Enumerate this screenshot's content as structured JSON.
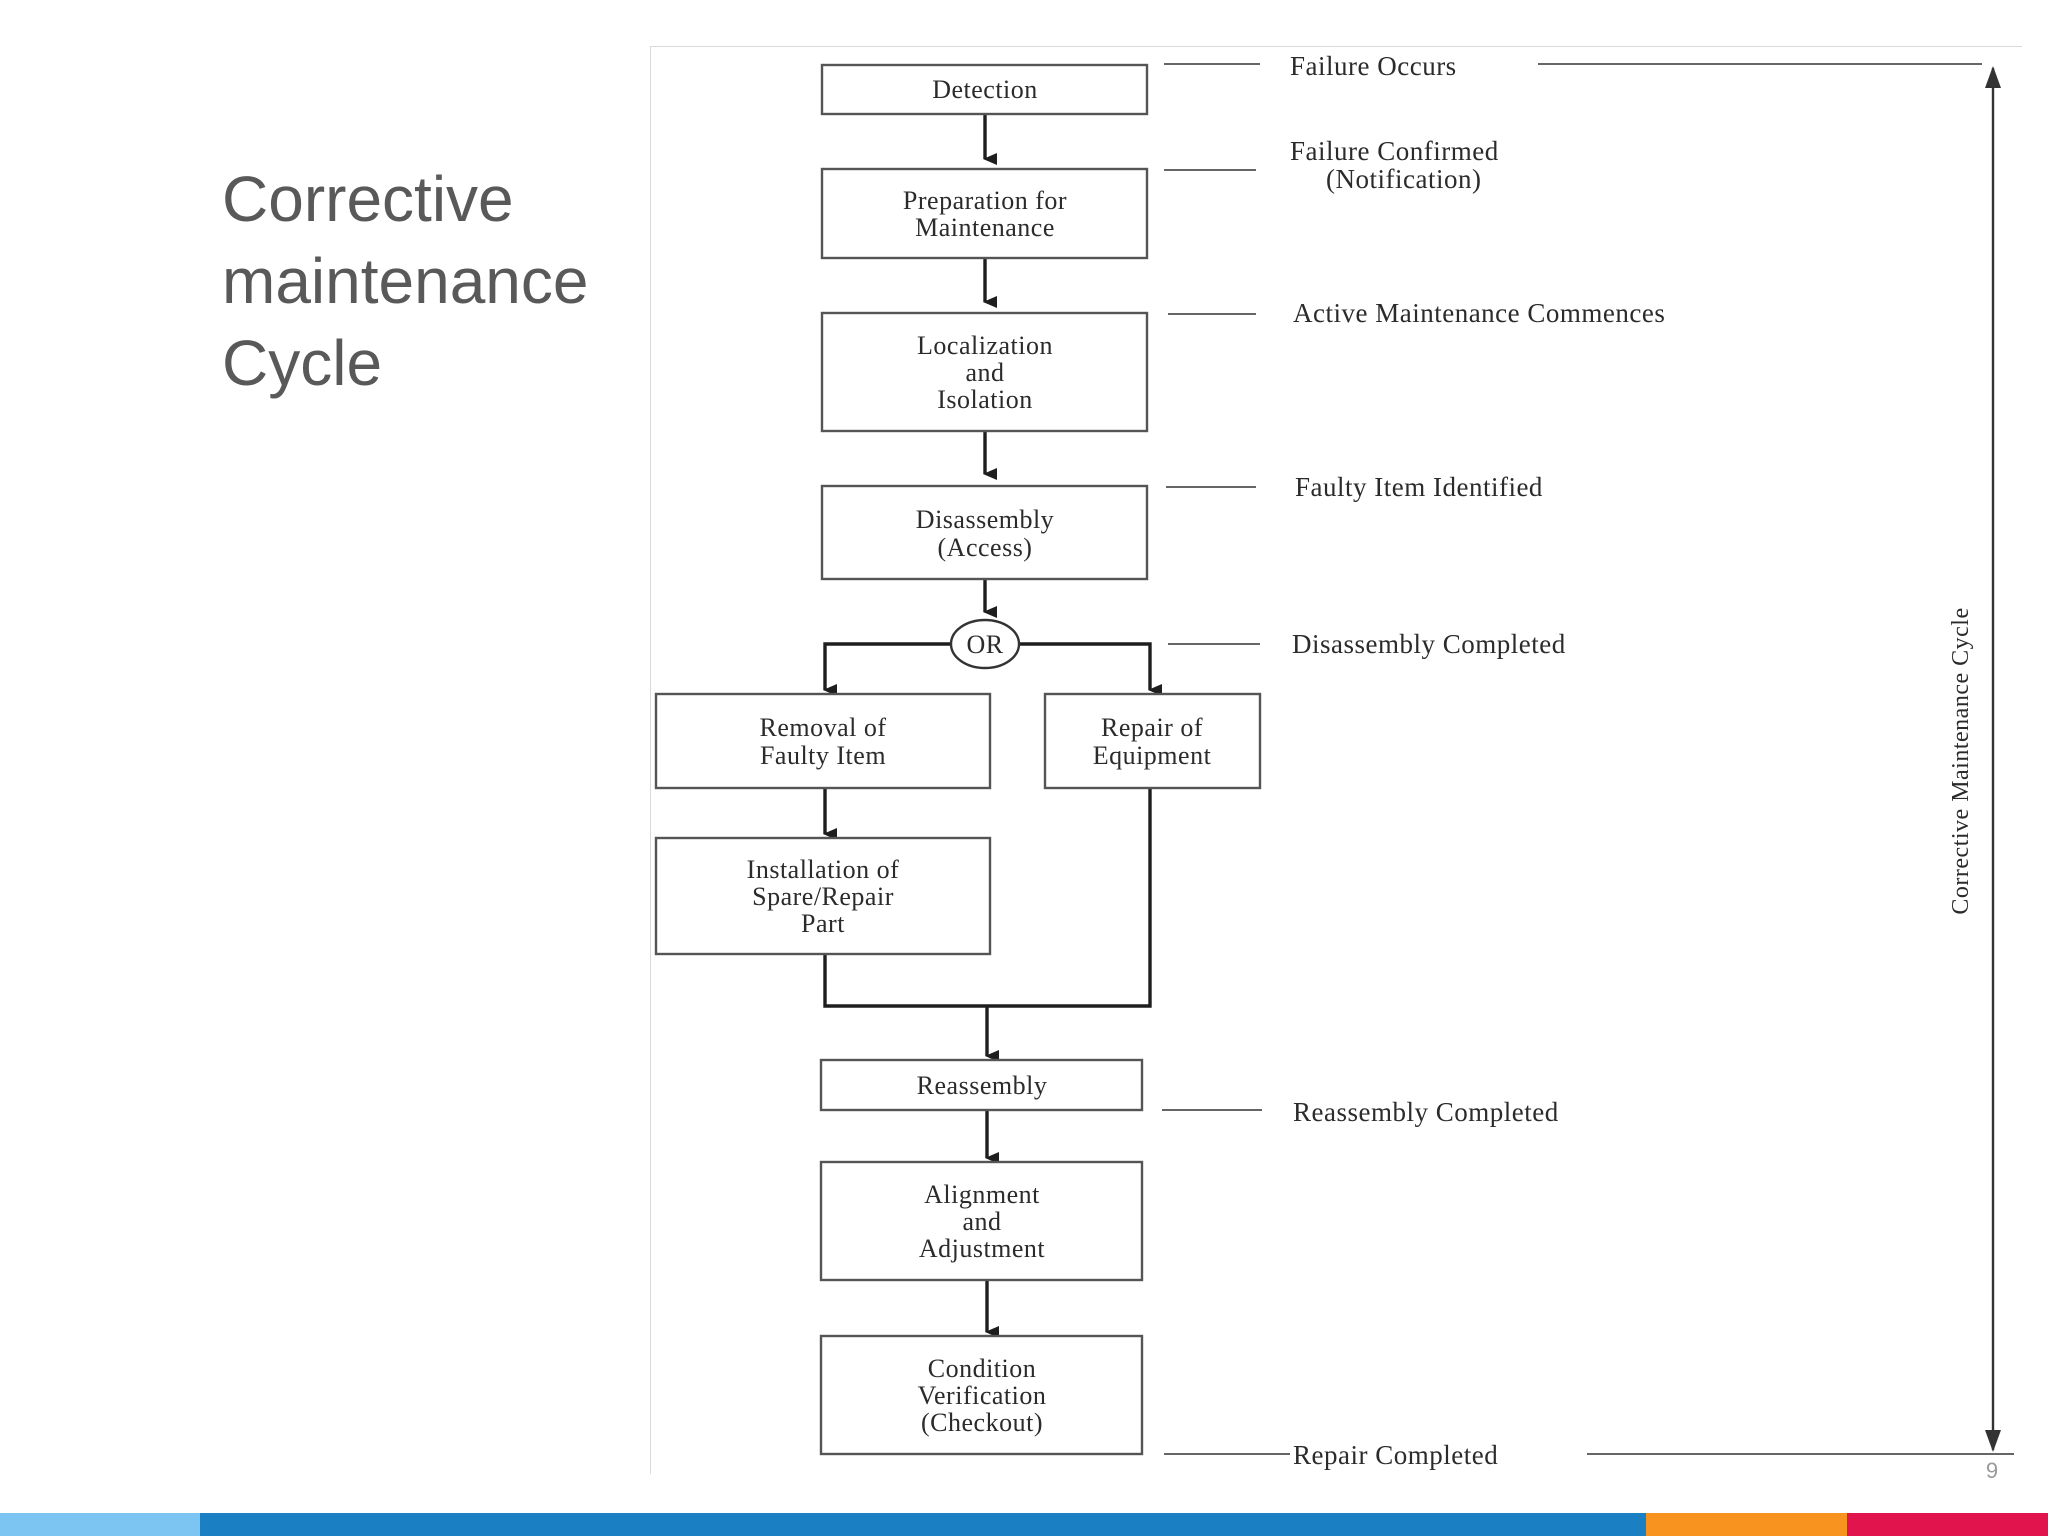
{
  "slide": {
    "title_lines": [
      "Corrective",
      "maintenance",
      "Cycle"
    ],
    "page_number": "9"
  },
  "diagram": {
    "steps": {
      "detection": [
        "Detection"
      ],
      "preparation": [
        "Preparation for",
        "Maintenance"
      ],
      "localization": [
        "Localization",
        "and",
        "Isolation"
      ],
      "disassembly": [
        "Disassembly",
        "(Access)"
      ],
      "removal": [
        "Removal of",
        "Faulty Item"
      ],
      "repair": [
        "Repair of",
        "Equipment"
      ],
      "installation": [
        "Installation of",
        "Spare/Repair",
        "Part"
      ],
      "reassembly": [
        "Reassembly"
      ],
      "alignment": [
        "Alignment",
        "and",
        "Adjustment"
      ],
      "verification": [
        "Condition",
        "Verification",
        "(Checkout)"
      ]
    },
    "or_label": "OR",
    "events": {
      "failure_occurs": [
        "Failure Occurs"
      ],
      "failure_confirmed": [
        "Failure Confirmed",
        "(Notification)"
      ],
      "active_maintenance": [
        "Active Maintenance Commences"
      ],
      "faulty_item": [
        "Faulty Item Identified"
      ],
      "disassembly_completed": [
        "Disassembly Completed"
      ],
      "reassembly_completed": [
        "Reassembly Completed"
      ],
      "repair_completed": [
        "Repair Completed"
      ]
    },
    "cycle_label": "Corrective Maintenance Cycle"
  },
  "colors": {
    "title_text": "#595959",
    "footer_segments": [
      "#7cc4f2",
      "#1b7fc4",
      "#f7931e",
      "#e2144e"
    ]
  }
}
